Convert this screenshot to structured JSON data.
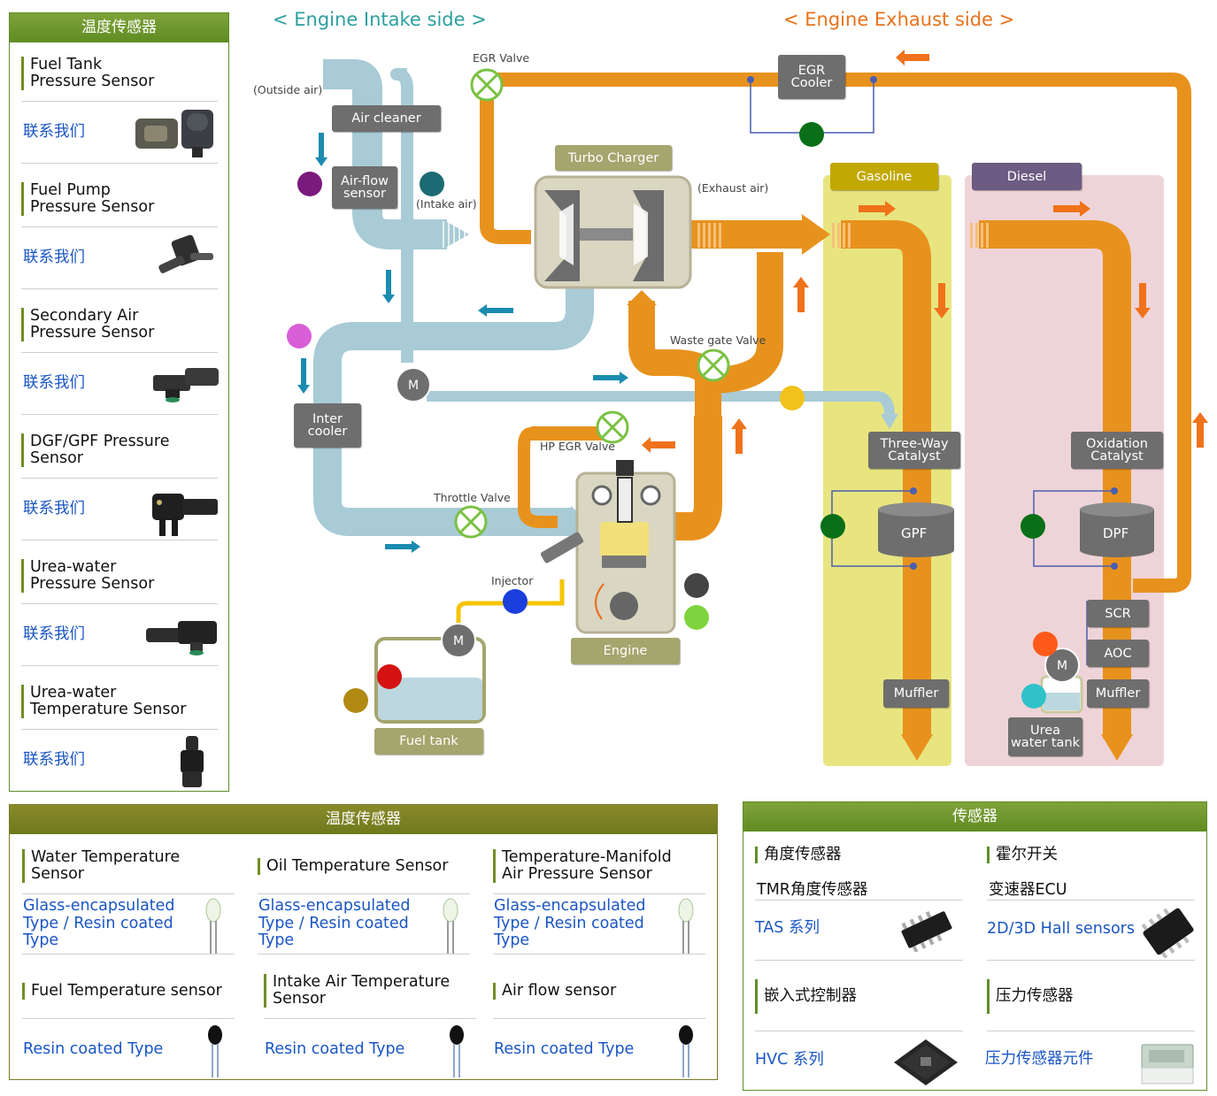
{
  "left_panel": {
    "header": "温度传感器",
    "items": [
      {
        "name": "Fuel Tank\nPressure Sensor",
        "link": "联系我们",
        "image": "fuel-tank-pressure-sensor-image"
      },
      {
        "name": "Fuel Pump\nPressure Sensor",
        "link": "联系我们",
        "image": "fuel-pump-pressure-sensor-image"
      },
      {
        "name": "Secondary Air\nPressure Sensor",
        "link": "联系我们",
        "image": "secondary-air-pressure-sensor-image"
      },
      {
        "name": "DGF/GPF Pressure\nSensor",
        "link": "联系我们",
        "image": "dgf-gpf-pressure-sensor-image"
      },
      {
        "name": "Urea-water\nPressure Sensor",
        "link": "联系我们",
        "image": "urea-water-pressure-sensor-image"
      },
      {
        "name": "Urea-water\nTemperature Sensor",
        "link": "联系我们",
        "image": "urea-water-temperature-sensor-image"
      }
    ]
  },
  "diagram": {
    "intake_title": "< Engine Intake side >",
    "exhaust_title": "< Engine Exhaust side >",
    "labels": {
      "outside_air": "(Outside air)",
      "intake_air": "(Intake air)",
      "exhaust_air": "(Exhaust air)",
      "egr_valve": "EGR Valve",
      "waste_gate_valve": "Waste gate Valve",
      "hp_egr_valve": "HP EGR Valve",
      "throttle_valve": "Throttle Valve",
      "injector": "Injector",
      "motor": "M"
    },
    "boxes": {
      "air_cleaner": "Air cleaner",
      "air_flow_sensor": "Air-flow\nsensor",
      "turbo_charger": "Turbo Charger",
      "egr_cooler": "EGR\nCooler",
      "inter_cooler": "Inter\ncooler",
      "engine": "Engine",
      "fuel_tank": "Fuel tank",
      "gasoline": "Gasoline",
      "diesel": "Diesel",
      "three_way_catalyst": "Three-Way\nCatalyst",
      "gpf": "GPF",
      "muffler_gas": "Muffler",
      "oxidation_catalyst": "Oxidation\nCatalyst",
      "dpf": "DPF",
      "scr": "SCR",
      "aoc": "AOC",
      "muffler_diesel": "Muffler",
      "urea_water_tank": "Urea\nwater tank"
    },
    "colors": {
      "intake_pipe": "#a8cbd6",
      "exhaust_pipe": "#e8921e",
      "gasoline_bg": "#e8e580",
      "diesel_bg": "#eed4d8",
      "fuel_line": "#f5c400"
    },
    "markers": [
      {
        "name": "purple-marker",
        "color": "#7a1a7e"
      },
      {
        "name": "teal-marker",
        "color": "#1b6b73"
      },
      {
        "name": "magenta-marker",
        "color": "#d95fd8"
      },
      {
        "name": "egr-green-marker",
        "color": "#0a6f17"
      },
      {
        "name": "yellow-marker",
        "color": "#f1c21b"
      },
      {
        "name": "injector-blue-marker",
        "color": "#1b3fdc"
      },
      {
        "name": "engine-dark-marker",
        "color": "#444444"
      },
      {
        "name": "engine-lightgreen-marker",
        "color": "#7ed43e"
      },
      {
        "name": "fuel-red-marker",
        "color": "#d51212"
      },
      {
        "name": "fuel-olive-marker",
        "color": "#b08a12"
      },
      {
        "name": "gpf-green-marker",
        "color": "#0a6f17"
      },
      {
        "name": "dpf-green-marker",
        "color": "#0a6f17"
      },
      {
        "name": "urea-orange-marker",
        "color": "#ff5a1a"
      },
      {
        "name": "urea-cyan-marker",
        "color": "#2fc2c9"
      }
    ]
  },
  "bottom_left_panel": {
    "header": "温度传感器",
    "items": [
      {
        "name": "Water Temperature\nSensor",
        "link": "Glass-encapsulated\nType / Resin coated\nType",
        "image": "glass-sensor-image"
      },
      {
        "name": "Oil Temperature Sensor",
        "link": "Glass-encapsulated\nType / Resin coated\nType",
        "image": "glass-sensor-image"
      },
      {
        "name": "Temperature-Manifold\nAir Pressure Sensor",
        "link": "Glass-encapsulated\nType / Resin coated\nType",
        "image": "glass-sensor-image"
      },
      {
        "name": "Fuel Temperature sensor",
        "link": "Resin coated Type",
        "image": "resin-sensor-image"
      },
      {
        "name": "Intake Air Temperature\nSensor",
        "link": "Resin coated Type",
        "image": "resin-sensor-image"
      },
      {
        "name": "Air flow sensor",
        "link": "Resin coated Type",
        "image": "resin-sensor-image"
      }
    ]
  },
  "bottom_right_panel": {
    "header": "传感器",
    "items": [
      {
        "name": "角度传感器",
        "subtitle": "TMR角度传感器",
        "link": "TAS 系列",
        "image": "tas-chip-image"
      },
      {
        "name": "霍尔开关",
        "subtitle": "变速器ECU",
        "link": "2D/3D Hall sensors",
        "image": "hall-sensor-image"
      },
      {
        "name": "嵌入式控制器",
        "subtitle": "",
        "link": "HVC 系列",
        "image": "hvc-chip-image"
      },
      {
        "name": "压力传感器",
        "subtitle": "",
        "link": "压力传感器元件",
        "image": "pressure-element-image"
      }
    ]
  }
}
